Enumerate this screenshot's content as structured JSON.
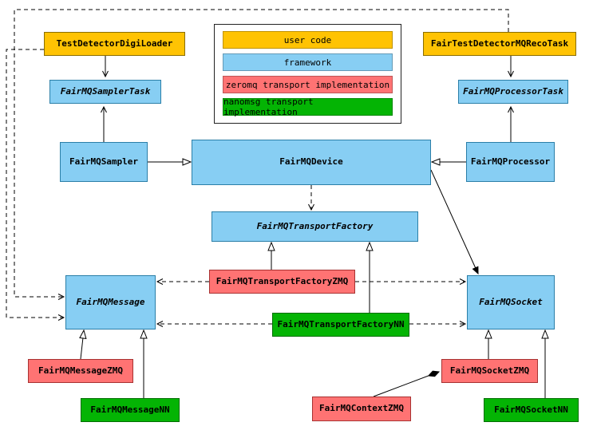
{
  "legend": {
    "items": [
      {
        "label": "user code",
        "color": "#FFC303"
      },
      {
        "label": "framework",
        "color": "#87CEF3"
      },
      {
        "label": "zeromq transport implementation",
        "color": "#FF7373"
      },
      {
        "label": "nanomsg transport implementation",
        "color": "#04B404"
      }
    ]
  },
  "palette": {
    "user_code": "#FFC303",
    "framework": "#87CEF3",
    "zeromq": "#FF7373",
    "nanomsg": "#04B404"
  },
  "nodes": {
    "test_detector_digi_loader": {
      "label": "TestDetectorDigiLoader",
      "category": "user code",
      "abstract": false
    },
    "fair_test_detector_mq_reco_task": {
      "label": "FairTestDetectorMQRecoTask",
      "category": "user code",
      "abstract": false
    },
    "fairmq_sampler_task": {
      "label": "FairMQSamplerTask",
      "category": "framework",
      "abstract": true
    },
    "fairmq_processor_task": {
      "label": "FairMQProcessorTask",
      "category": "framework",
      "abstract": true
    },
    "fairmq_sampler": {
      "label": "FairMQSampler",
      "category": "framework",
      "abstract": false
    },
    "fairmq_device": {
      "label": "FairMQDevice",
      "category": "framework",
      "abstract": false
    },
    "fairmq_processor": {
      "label": "FairMQProcessor",
      "category": "framework",
      "abstract": false
    },
    "fairmq_transport_factory": {
      "label": "FairMQTransportFactory",
      "category": "framework",
      "abstract": true
    },
    "fairmq_transport_factory_zmq": {
      "label": "FairMQTransportFactoryZMQ",
      "category": "zeromq",
      "abstract": false
    },
    "fairmq_transport_factory_nn": {
      "label": "FairMQTransportFactoryNN",
      "category": "nanomsg",
      "abstract": false
    },
    "fairmq_message": {
      "label": "FairMQMessage",
      "category": "framework",
      "abstract": true
    },
    "fairmq_socket": {
      "label": "FairMQSocket",
      "category": "framework",
      "abstract": true
    },
    "fairmq_message_zmq": {
      "label": "FairMQMessageZMQ",
      "category": "zeromq",
      "abstract": false
    },
    "fairmq_message_nn": {
      "label": "FairMQMessageNN",
      "category": "nanomsg",
      "abstract": false
    },
    "fairmq_context_zmq": {
      "label": "FairMQContextZMQ",
      "category": "zeromq",
      "abstract": false
    },
    "fairmq_socket_zmq": {
      "label": "FairMQSocketZMQ",
      "category": "zeromq",
      "abstract": false
    },
    "fairmq_socket_nn": {
      "label": "FairMQSocketNN",
      "category": "nanomsg",
      "abstract": false
    }
  },
  "edges": [
    {
      "from": "TestDetectorDigiLoader",
      "to": "FairMQSamplerTask",
      "type": "arrow"
    },
    {
      "from": "FairMQSampler",
      "to": "FairMQSamplerTask",
      "type": "arrow"
    },
    {
      "from": "FairTestDetectorMQRecoTask",
      "to": "FairMQProcessorTask",
      "type": "arrow"
    },
    {
      "from": "FairMQProcessor",
      "to": "FairMQProcessorTask",
      "type": "arrow"
    },
    {
      "from": "FairMQSampler",
      "to": "FairMQDevice",
      "type": "inheritance"
    },
    {
      "from": "FairMQProcessor",
      "to": "FairMQDevice",
      "type": "inheritance"
    },
    {
      "from": "FairMQDevice",
      "to": "FairMQTransportFactory",
      "type": "dependency"
    },
    {
      "from": "FairMQDevice",
      "to": "FairMQSocket",
      "type": "association"
    },
    {
      "from": "FairMQTransportFactoryZMQ",
      "to": "FairMQTransportFactory",
      "type": "inheritance"
    },
    {
      "from": "FairMQTransportFactoryNN",
      "to": "FairMQTransportFactory",
      "type": "inheritance"
    },
    {
      "from": "FairMQTransportFactoryZMQ",
      "to": "FairMQMessage",
      "type": "dependency"
    },
    {
      "from": "FairMQTransportFactoryZMQ",
      "to": "FairMQSocket",
      "type": "dependency"
    },
    {
      "from": "FairMQTransportFactoryNN",
      "to": "FairMQMessage",
      "type": "dependency"
    },
    {
      "from": "FairMQTransportFactoryNN",
      "to": "FairMQSocket",
      "type": "dependency"
    },
    {
      "from": "FairMQMessageZMQ",
      "to": "FairMQMessage",
      "type": "inheritance"
    },
    {
      "from": "FairMQMessageNN",
      "to": "FairMQMessage",
      "type": "inheritance"
    },
    {
      "from": "FairMQSocketZMQ",
      "to": "FairMQSocket",
      "type": "inheritance"
    },
    {
      "from": "FairMQSocketNN",
      "to": "FairMQSocket",
      "type": "inheritance"
    },
    {
      "from": "FairMQContextZMQ",
      "to": "FairMQSocketZMQ",
      "type": "composition"
    },
    {
      "from": "TestDetectorDigiLoader",
      "to": "FairMQMessage",
      "type": "dependency"
    },
    {
      "from": "FairTestDetectorMQRecoTask",
      "to": "FairMQMessage",
      "type": "dependency"
    }
  ]
}
